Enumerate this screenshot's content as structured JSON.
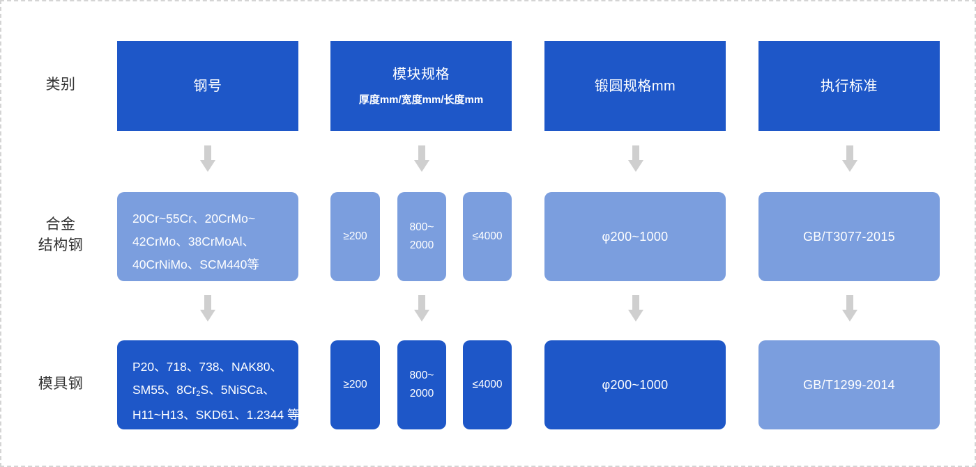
{
  "diagram": {
    "column_label_header": "类别",
    "row_labels": [
      "合金\n结构钢",
      "模具钢"
    ],
    "headers": [
      {
        "title": "钢号",
        "subtitle": ""
      },
      {
        "title": "模块规格",
        "subtitle": "厚度mm/宽度mm/长度mm"
      },
      {
        "title": "锻圆规格mm",
        "subtitle": ""
      },
      {
        "title": "执行标准",
        "subtitle": ""
      }
    ],
    "rows": [
      {
        "name": "合金结构钢",
        "grades": [
          "20Cr~55Cr、20CrMo~",
          "42CrMo、38CrMoAl、",
          "40CrNiMo、SCM440等"
        ],
        "thickness": "≥200",
        "width": "800~\n2000",
        "length": "≤4000",
        "round": "φ200~1000",
        "standard": "GB/T3077-2015"
      },
      {
        "name": "模具钢",
        "grades": [
          "P20、718、738、NAK80、",
          "SM55、8Cr|2|S、5NiSCa、",
          "H11~H13、SKD61、1.2344 等"
        ],
        "thickness": "≥200",
        "width": "800~\n2000",
        "length": "≤4000",
        "round": "φ200~1000",
        "standard": "GB/T1299-2014"
      }
    ],
    "colors": {
      "header_blue": "#1e57c8",
      "cell_dark_blue": "#1e57c8",
      "cell_light_blue": "#7b9ede",
      "arrow_gray": "#cfcfcf",
      "border_gray": "#d4d4d4",
      "label_text": "#333333"
    }
  }
}
